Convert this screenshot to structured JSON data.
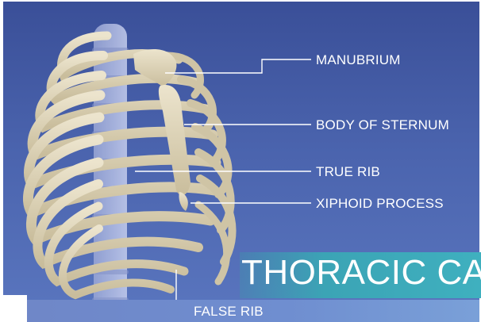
{
  "title": "THORACIC CAGE",
  "labels": {
    "manubrium": "MANUBRIUM",
    "body_of_sternum": "BODY OF STERNUM",
    "true_rib": "TRUE RIB",
    "xiphoid_process": "XIPHOID PROCESS",
    "false_rib": "FALSE RIB"
  },
  "colors": {
    "background": "#4a63ad",
    "title_band": "#3ba4b5",
    "bone": "#d9cfb4",
    "spine": "#b9c3e6",
    "leader_line": "#ffffff"
  }
}
